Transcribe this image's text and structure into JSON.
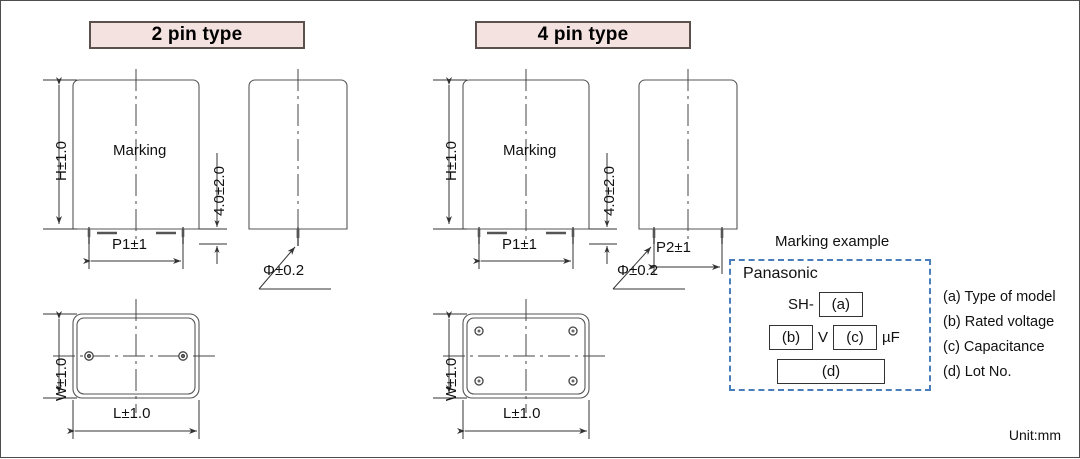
{
  "sheet": {
    "unit_note": "Unit:mm",
    "border_color": "#4d4d4d",
    "background": "#ffffff"
  },
  "headers": {
    "two_pin": "2 pin type",
    "four_pin": "4 pin type",
    "fill_color": "#f4e2e1",
    "border_color": "#5c504f"
  },
  "views": {
    "two_pin": {
      "front": {
        "marking_label": "Marking",
        "height_dim": "H±1.0",
        "pitch_dim": "P1±1",
        "pin_count": 2
      },
      "side": {
        "lead_dim": "4.0±2.0",
        "diameter_dim": "Φ±0.2",
        "pin_count": 1
      },
      "bottom": {
        "width_dim": "W±1.0",
        "length_dim": "L±1.0",
        "hole_count": 2
      }
    },
    "four_pin": {
      "front": {
        "marking_label": "Marking",
        "height_dim": "H±1.0",
        "pitch_dim": "P1±1",
        "pin_count": 2
      },
      "side": {
        "lead_dim": "4.0±2.0",
        "diameter_dim": "Φ±0.2",
        "pitch_dim": "P2±1",
        "pin_count": 2
      },
      "bottom": {
        "width_dim": "W±1.0",
        "length_dim": "L±1.0",
        "hole_count": 4
      }
    }
  },
  "marking_example": {
    "title": "Marking  example",
    "brand": "Panasonic",
    "prefix": "SH-",
    "field_a": "(a)",
    "field_b": "(b)",
    "volt_unit": "V",
    "field_c": "(c)",
    "cap_unit": "µF",
    "field_d": "(d)",
    "border_color": "#4a7ebb",
    "legend": [
      "(a) Type of model",
      "(b) Rated voltage",
      "(c) Capacitance",
      "(d) Lot No."
    ]
  }
}
